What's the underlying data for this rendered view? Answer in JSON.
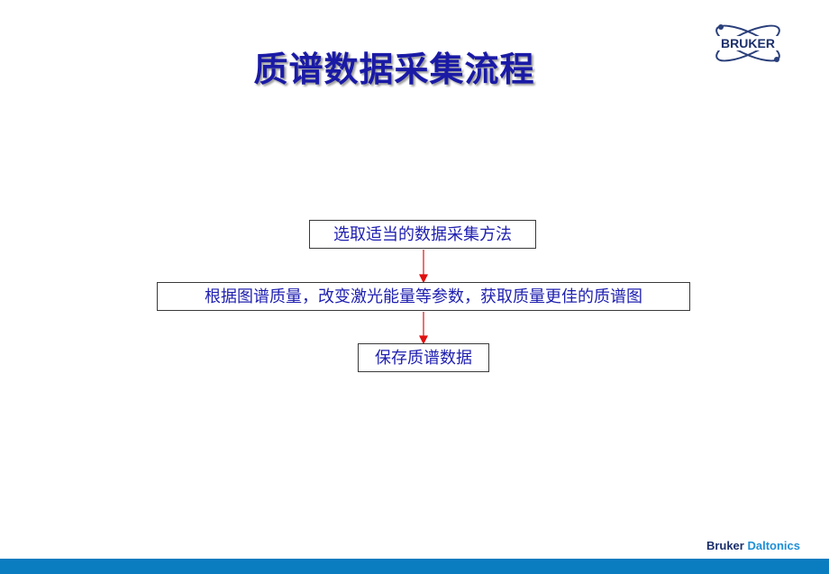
{
  "slide": {
    "title": "质谱数据采集流程"
  },
  "logo": {
    "text": "BRUKER"
  },
  "flowchart": {
    "steps": [
      {
        "label": "选取适当的数据采集方法"
      },
      {
        "label": "根据图谱质量，改变激光能量等参数，获取质量更佳的质谱图"
      },
      {
        "label": "保存质谱数据"
      }
    ],
    "arrow_color": "#e01010"
  },
  "footer": {
    "brand_part1": "Bruker",
    "brand_part2": "Daltonics",
    "bar_color": "#0a7cc0"
  }
}
